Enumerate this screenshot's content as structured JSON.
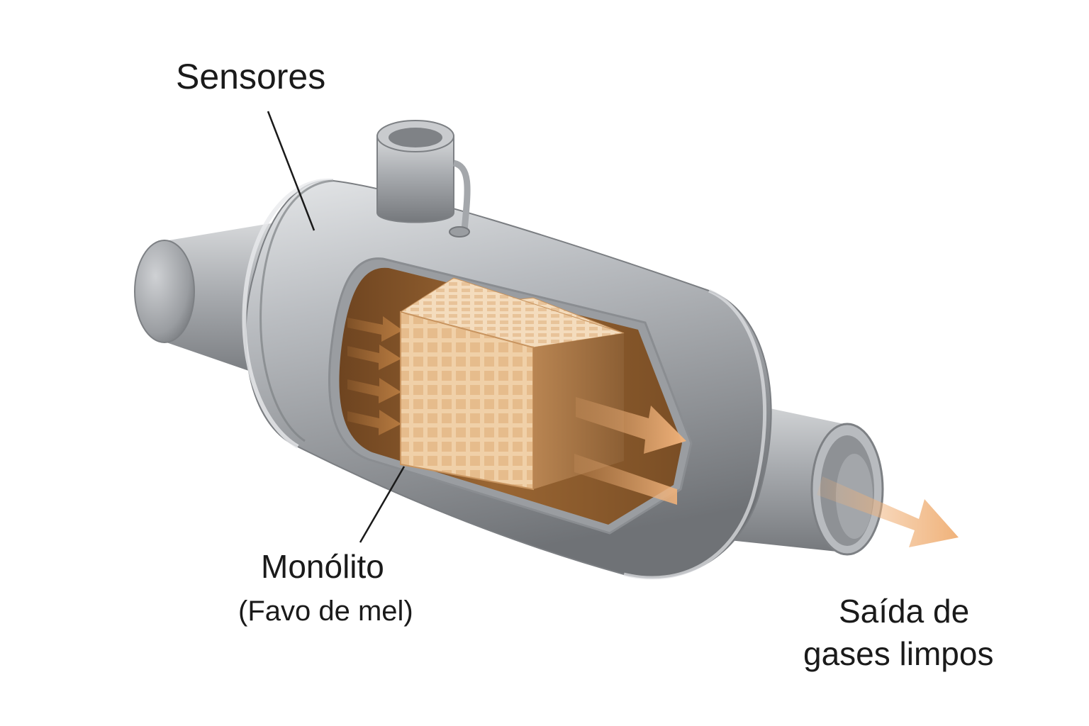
{
  "labels": {
    "sensors": "Sensores",
    "monolith": "Monólito",
    "monolith_sub": "(Favo de mel)",
    "outlet_line1": "Saída de",
    "outlet_line2": "gases limpos"
  },
  "colors": {
    "metal_light": "#d6d8da",
    "metal_mid": "#a9acb0",
    "metal_dark": "#6f7276",
    "interior_brown": "#8a5a2b",
    "honeycomb": "#e9c39a",
    "honeycomb_grid": "#b98552",
    "flow_arrow": "#f0b27a"
  },
  "icons": {
    "inflow_arrows": "arrow-right-icon",
    "outflow_arrows": "arrow-right-icon",
    "exit_arrow": "arrow-right-icon"
  }
}
